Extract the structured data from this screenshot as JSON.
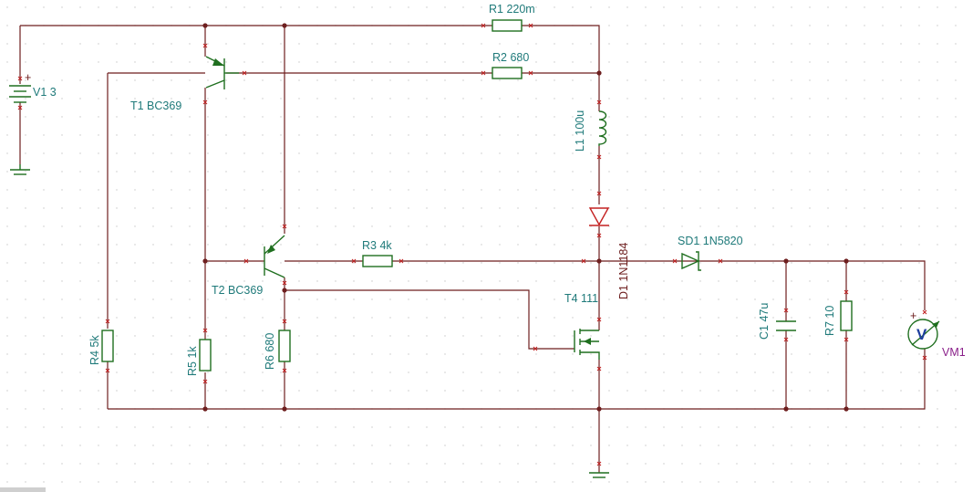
{
  "components": {
    "v1": {
      "ref": "V1",
      "value": "3"
    },
    "r1": {
      "ref": "R1",
      "value": "220m"
    },
    "r2": {
      "ref": "R2",
      "value": "680"
    },
    "r3": {
      "ref": "R3",
      "value": "4k"
    },
    "r4": {
      "ref": "R4",
      "value": "5k"
    },
    "r5": {
      "ref": "R5",
      "value": "1k"
    },
    "r6": {
      "ref": "R6",
      "value": "680"
    },
    "r7": {
      "ref": "R7",
      "value": "10"
    },
    "l1": {
      "ref": "L1",
      "value": "100u"
    },
    "d1": {
      "ref": "D1",
      "value": "1N1184"
    },
    "sd1": {
      "ref": "SD1",
      "value": "1N5820"
    },
    "c1": {
      "ref": "C1",
      "value": "47u"
    },
    "t1": {
      "ref": "T1",
      "value": "BC369"
    },
    "t2": {
      "ref": "T2",
      "value": "BC369"
    },
    "t4": {
      "ref": "T4",
      "value": "111"
    },
    "vm1": {
      "ref": "VM1",
      "symbol": "V"
    }
  },
  "labels": {
    "v1": "V1 3",
    "r1": "R1 220m",
    "r2": "R2 680",
    "r3": "R3 4k",
    "r4": "R4 5k",
    "r5": "R5 1k",
    "r6": "R6 680",
    "r7": "R7 10",
    "l1": "L1 100u",
    "d1": "D1 1N1184",
    "sd1": "SD1 1N5820",
    "c1": "C1 47u",
    "t1": "T1 BC369",
    "t2": "T2 BC369",
    "t4": "T4 111",
    "vm1": "VM1",
    "vm1_symbol": "V",
    "v1_polarity": "+",
    "vm1_polarity": "+"
  },
  "colors": {
    "wire": "#6e1f1f",
    "component": "#1f6f1f",
    "label": "#1f7a7a",
    "diode_d1": "#c42020",
    "meter_label": "#8a1f8a"
  }
}
